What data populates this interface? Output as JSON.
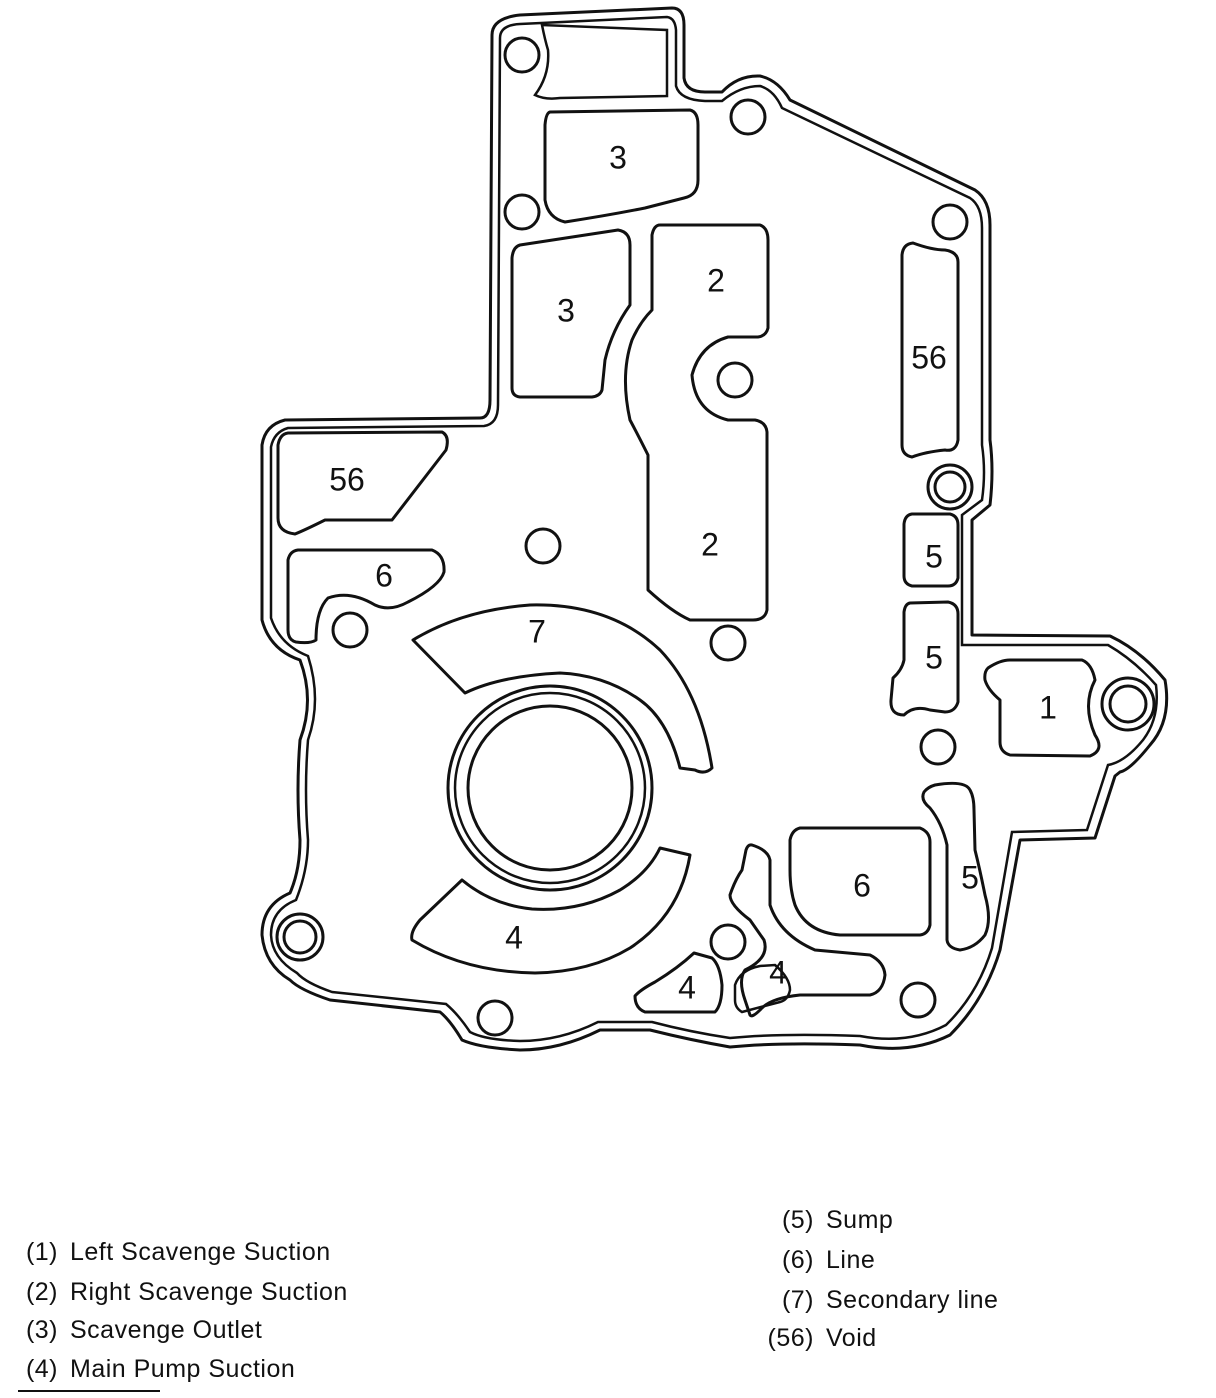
{
  "diagram": {
    "labels": {
      "left_scavenge": "1",
      "right_scavenge_upper": "2",
      "right_scavenge_lower": "2",
      "scavenge_outlet_upper": "3",
      "scavenge_outlet_lower": "3",
      "main_pump_large": "4",
      "main_pump_small_left": "4",
      "main_pump_small_right": "4",
      "sump_upper": "5",
      "sump_middle": "5",
      "sump_lower": "5",
      "line_left": "6",
      "line_right": "6",
      "secondary_line": "7",
      "void_left": "56",
      "void_right": "56"
    }
  },
  "legend": {
    "left": [
      {
        "code": "(1)",
        "desc": "Left Scavenge Suction"
      },
      {
        "code": "(2)",
        "desc": "Right Scavenge Suction"
      },
      {
        "code": "(3)",
        "desc": "Scavenge Outlet"
      },
      {
        "code": "(4)",
        "desc": "Main Pump Suction"
      }
    ],
    "right": [
      {
        "code": "(5)",
        "desc": "Sump"
      },
      {
        "code": "(6)",
        "desc": "Line"
      },
      {
        "code": "(7)",
        "desc": "Secondary line"
      },
      {
        "code": "(56)",
        "desc": "Void"
      }
    ]
  }
}
